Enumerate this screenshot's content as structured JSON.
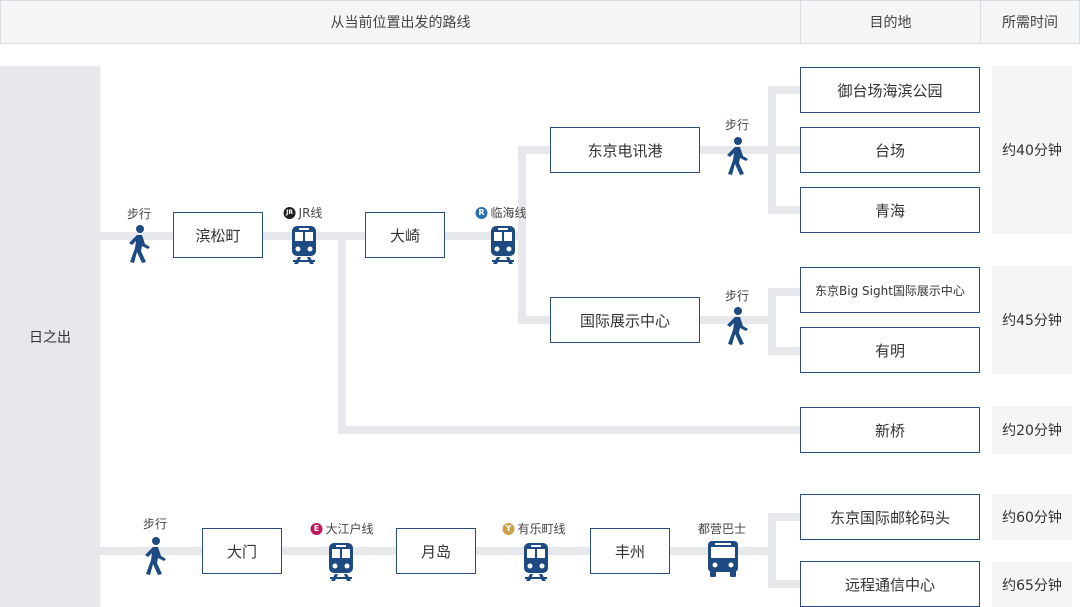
{
  "header": {
    "route_col": "从当前位置出发的路线",
    "dest_col": "目的地",
    "time_col": "所需时间"
  },
  "origin": "日之出",
  "modes": {
    "walk": "步行",
    "jr": "JR线",
    "rinkai": "临海线",
    "oedo": "大江户线",
    "yurakucho": "有乐町线",
    "bus": "都营巴士"
  },
  "badges": {
    "jr": "JR",
    "rinkai": "R",
    "oedo": "E",
    "yurakucho": "Y"
  },
  "stations": {
    "hamamatsucho": "滨松町",
    "osaki": "大崎",
    "telecom": "东京电讯港",
    "kokusai": "国际展示中心",
    "daimon": "大门",
    "tsukishima": "月岛",
    "toyosu": "丰州"
  },
  "destinations": {
    "odaiba_park": "御台场海滨公园",
    "daiba": "台场",
    "aomi": "青海",
    "big_sight": "东京Big Sight国际展示中心",
    "ariake": "有明",
    "shinbashi": "新桥",
    "cruise": "东京国际邮轮码头",
    "distant": "远程通信中心"
  },
  "times": {
    "t40": "约40分钟",
    "t45": "约45分钟",
    "t20": "约20分钟",
    "t60": "约60分钟",
    "t65": "约65分钟"
  },
  "colors": {
    "primary": "#1e4a82",
    "line": "#e6e8ec",
    "oedo": "#c2185b",
    "yurakucho": "#c9a24a",
    "rinkai": "#2a6fb5",
    "jr": "#222222"
  },
  "icons": {
    "walk": "walking-person-icon",
    "train": "train-icon",
    "bus": "bus-icon"
  }
}
